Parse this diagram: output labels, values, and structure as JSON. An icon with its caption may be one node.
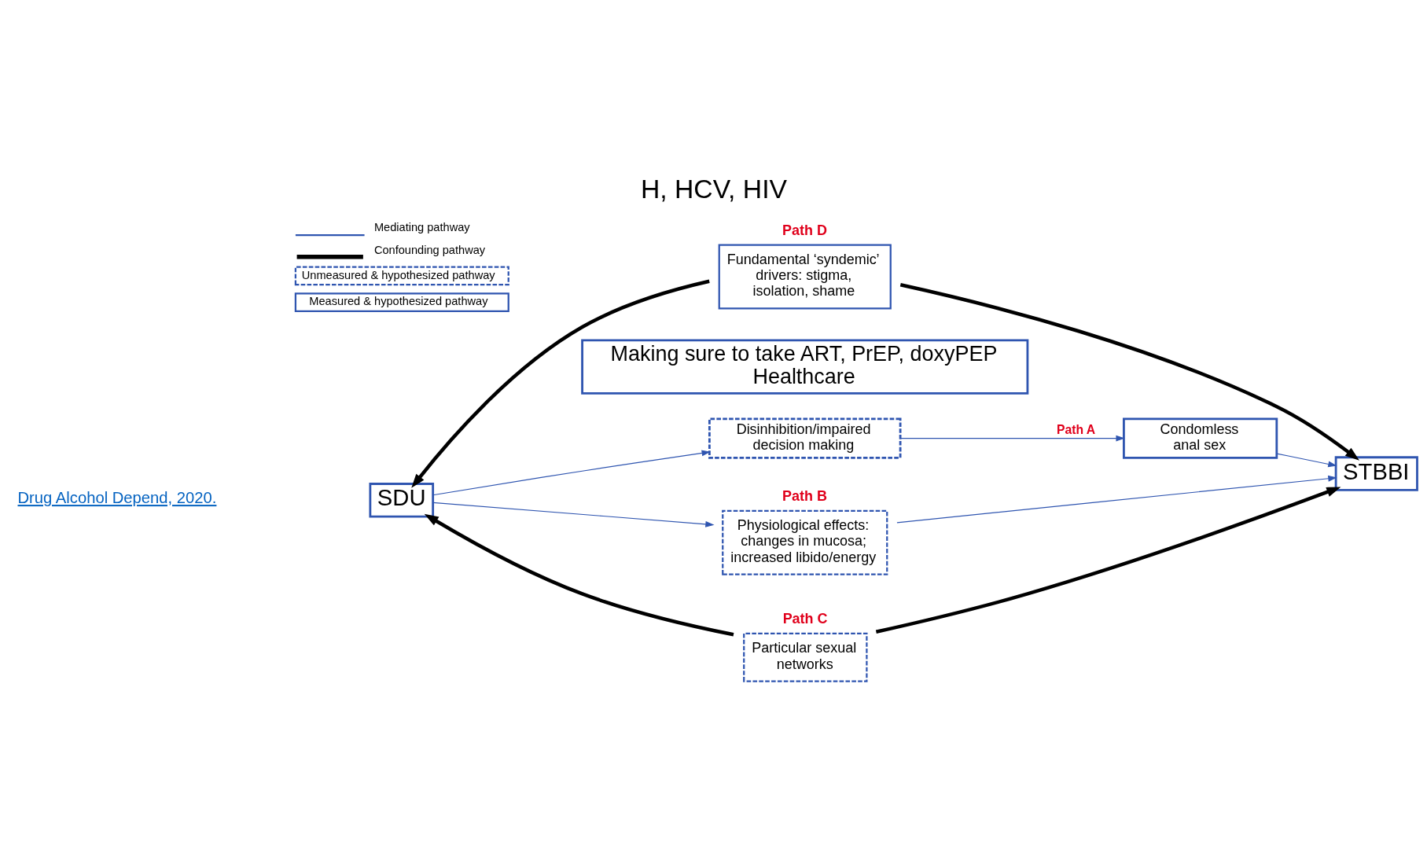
{
  "diagram": {
    "title": "H, HCV, HIV",
    "nodes": [
      {
        "text": [
          "SDU"
        ]
      },
      {
        "text": [
          "Disinhibition/impaired decision making"
        ]
      },
      {
        "text": [
          "Condomless anal sex"
        ]
      },
      {
        "text": [
          "STBBI"
        ]
      },
      {
        "text": [
          "Physiological effects: changes in mucosa; increased libido/energy"
        ],
        "beside": [
          "Path B"
        ]
      },
      {
        "text": [
          "Particular sexual networks"
        ],
        "beside": [
          "Path C"
        ]
      },
      {
        "text": [
          "Fundamental ‘syndemic’ drivers: stigma, isolation, shame"
        ],
        "beside": [
          "Path D"
        ]
      },
      {
        "text": [
          "Making sure to take ART, PrEP, doxyPEP",
          "Healthcare"
        ]
      }
    ],
    "edges": [
      {
        "from": 0,
        "to": 1,
        "arrow": "to"
      },
      {
        "from": 1,
        "to": 2,
        "arrow": "to",
        "label": "Path A"
      },
      {
        "from": 2,
        "to": 3,
        "arrow": "to"
      },
      {
        "from": 0,
        "to": 4,
        "arrow": "to"
      },
      {
        "from": 4,
        "to": 3,
        "arrow": "to"
      },
      {
        "from": 5,
        "to": 0,
        "arrow": "to",
        "style": "thick",
        "color": "#000000"
      },
      {
        "from": 5,
        "to": 3,
        "arrow": "to",
        "style": "thick",
        "color": "#000000"
      },
      {
        "from": 6,
        "to": 0,
        "arrow": "to",
        "style": "thick",
        "color": "#000000"
      },
      {
        "from": 6,
        "to": 3,
        "arrow": "to",
        "style": "thick",
        "color": "#000000"
      }
    ],
    "labels": [
      "Drug Alcohol Depend, 2020."
    ],
    "legend": [
      {
        "text": "Mediating pathway"
      },
      {
        "text": "Confounding pathway"
      },
      {
        "text": "Unmeasured & hypothesized pathway"
      },
      {
        "text": "Measured & hypothesized pathway"
      }
    ]
  }
}
